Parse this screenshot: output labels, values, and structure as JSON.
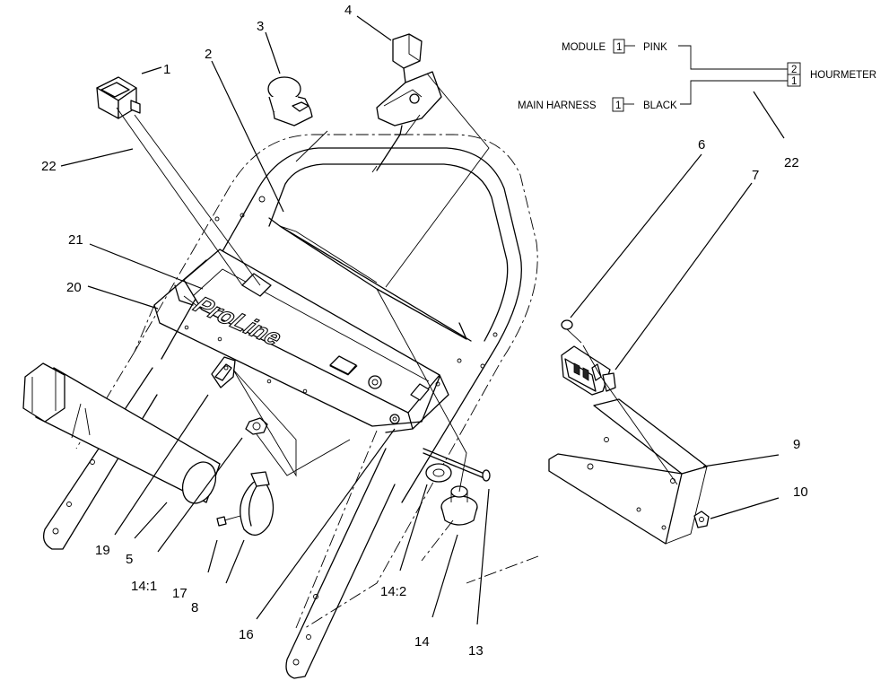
{
  "callouts": {
    "c1": "1",
    "c2": "2",
    "c3": "3",
    "c4": "4",
    "c5": "5",
    "c6": "6",
    "c7": "7",
    "c8": "8",
    "c9": "9",
    "c10": "10",
    "c13": "13",
    "c14": "14",
    "c14_1": "14:1",
    "c14_2": "14:2",
    "c16": "16",
    "c17": "17",
    "c19": "19",
    "c20": "20",
    "c21": "21",
    "c22_left": "22",
    "c22_right": "22"
  },
  "panel_logo": "ProLine",
  "wiring": {
    "module_label": "MODULE",
    "module_pin": "1",
    "pink_label": "PINK",
    "main_harness_label": "MAIN HARNESS",
    "main_harness_pin": "1",
    "black_label": "BLACK",
    "hourmeter_label": "HOURMETER",
    "hourmeter_pin_top": "2",
    "hourmeter_pin_bottom": "1"
  }
}
